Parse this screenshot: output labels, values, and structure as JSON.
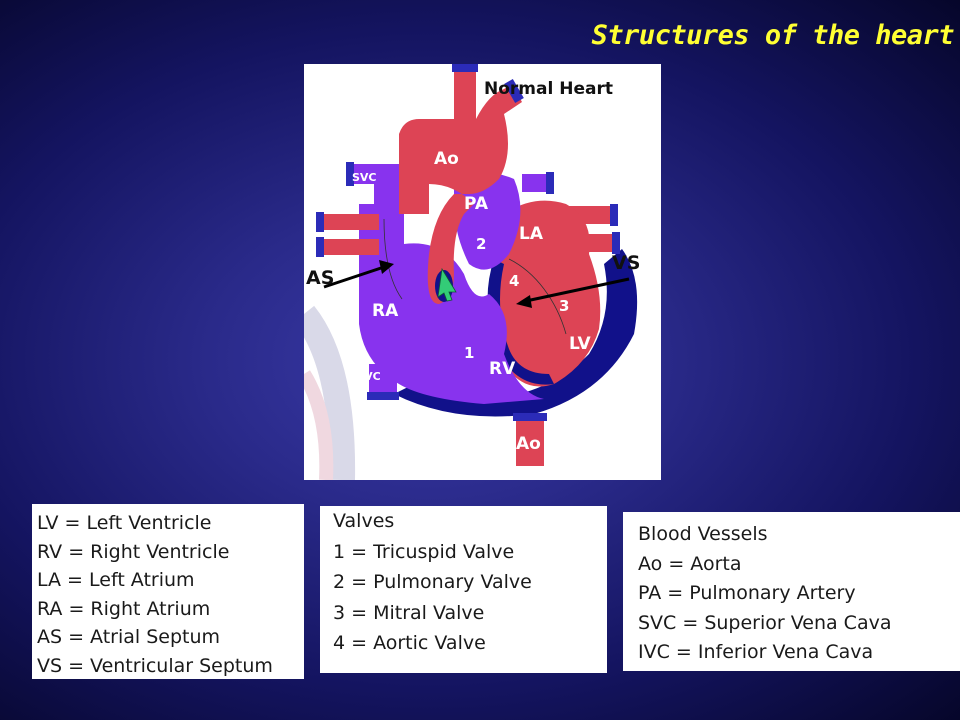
{
  "slide": {
    "title": "Structures of the heart"
  },
  "diagram": {
    "heading": "Normal Heart",
    "labels": {
      "ao_top": "Ao",
      "svc": "SVC",
      "pa": "PA",
      "la": "LA",
      "two": "2",
      "as": "AS",
      "vs": "VS",
      "four": "4",
      "ra": "RA",
      "three": "3",
      "lv": "LV",
      "one": "1",
      "rv": "RV",
      "ivc": "IVC",
      "ao_bottom": "Ao"
    },
    "colors": {
      "oxygenated": "#dd4455",
      "deoxygenated": "#8833ee",
      "septum": "#11118a",
      "pointer_arrow": "#33cc77"
    }
  },
  "legends": {
    "chambers": [
      "LV = Left Ventricle",
      "RV = Right Ventricle",
      "LA = Left Atrium",
      "RA = Right Atrium",
      "AS = Atrial Septum",
      "VS = Ventricular Septum"
    ],
    "valves": [
      "Valves",
      "1 = Tricuspid Valve",
      "2 = Pulmonary Valve",
      "3 = Mitral Valve",
      "4 = Aortic Valve"
    ],
    "vessels": [
      "Blood Vessels",
      "Ao = Aorta",
      "PA = Pulmonary Artery",
      "SVC = Superior Vena Cava",
      "IVC = Inferior Vena Cava"
    ]
  }
}
